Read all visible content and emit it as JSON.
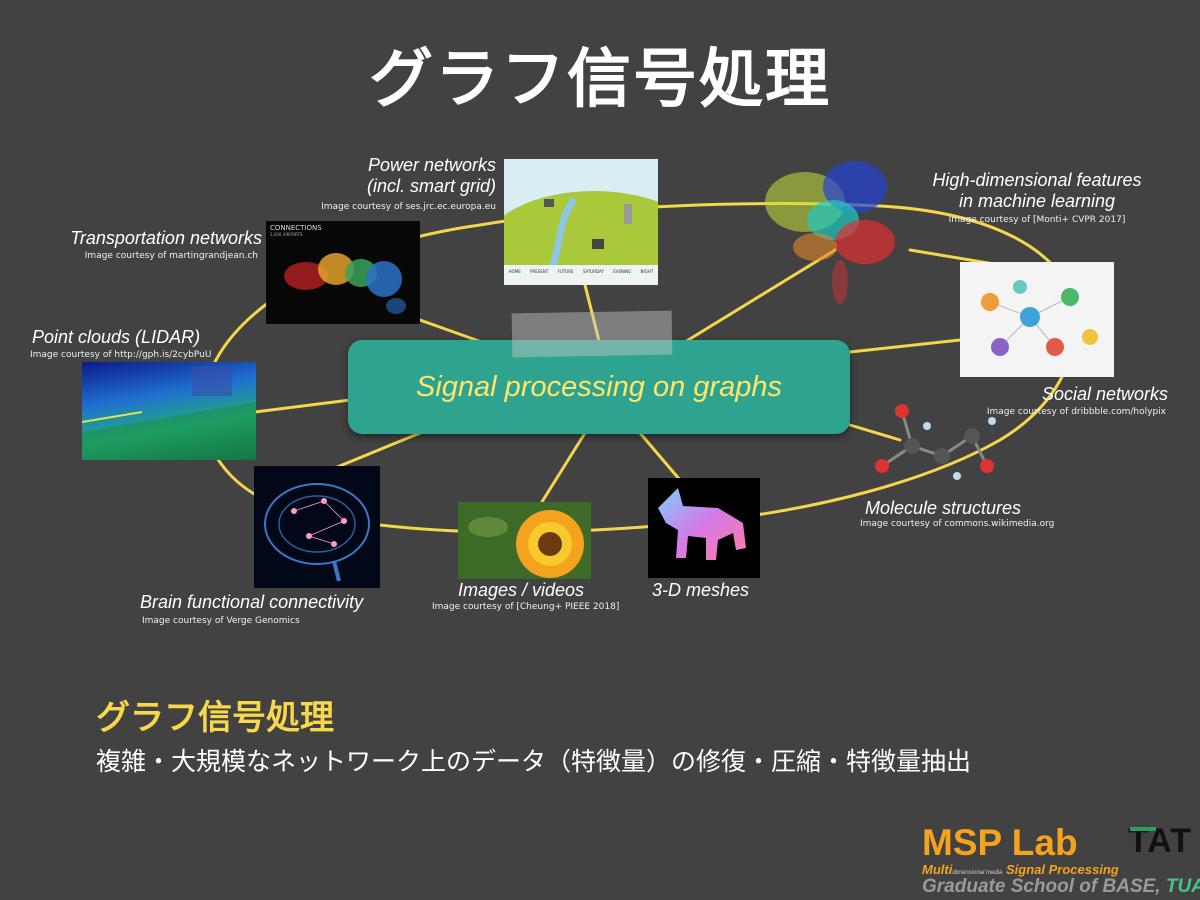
{
  "title": "グラフ信号処理",
  "center": "Signal processing on graphs",
  "nodes": {
    "power": {
      "label1": "Power networks",
      "label2": "(incl. smart grid)",
      "credit": "Image courtesy of ses.jrc.ec.europa.eu"
    },
    "transport": {
      "label": "Transportation networks",
      "credit": "Image courtesy of martingrandjean.ch"
    },
    "highdim": {
      "label1": "High-dimensional features",
      "label2": "in machine learning",
      "credit": "Image courtesy of [Monti+ CVPR 2017]"
    },
    "pointcloud": {
      "label": "Point clouds (LIDAR)",
      "credit": "Image courtesy of http://gph.is/2cybPuU"
    },
    "social": {
      "label": "Social networks",
      "credit": "Image courtesy of dribbble.com/holypix"
    },
    "molecule": {
      "label": "Molecule structures",
      "credit": "Image courtesy of commons.wikimedia.org"
    },
    "brain": {
      "label": "Brain functional connectivity",
      "credit": "Image courtesy of Verge Genomics"
    },
    "images": {
      "label": "Images / videos",
      "credit": "Image courtesy of [Cheung+ PIEEE 2018]"
    },
    "meshes": {
      "label": "3-D meshes"
    }
  },
  "transport_thumb": {
    "line1": "CONNECTIONS",
    "line2": "3,200 AIRPORTS"
  },
  "power_tabs": [
    "HOME",
    "PRESENT",
    "FUTURE",
    "SATURDAY",
    "EVENING",
    "NIGHT"
  ],
  "subtitle": "グラフ信号処理",
  "description": "複雑・大規模なネットワーク上のデータ（特徴量）の修復・圧縮・特徴量抽出",
  "logo": {
    "main": "MSP Lab",
    "sub_m": "Multi",
    "sub_dim": "dimensional media",
    "sub_s": "Signal",
    "sub_p": "Processing",
    "school": "Graduate School of BASE, ",
    "school_tuat": "TUAT",
    "tat": "TAT"
  }
}
